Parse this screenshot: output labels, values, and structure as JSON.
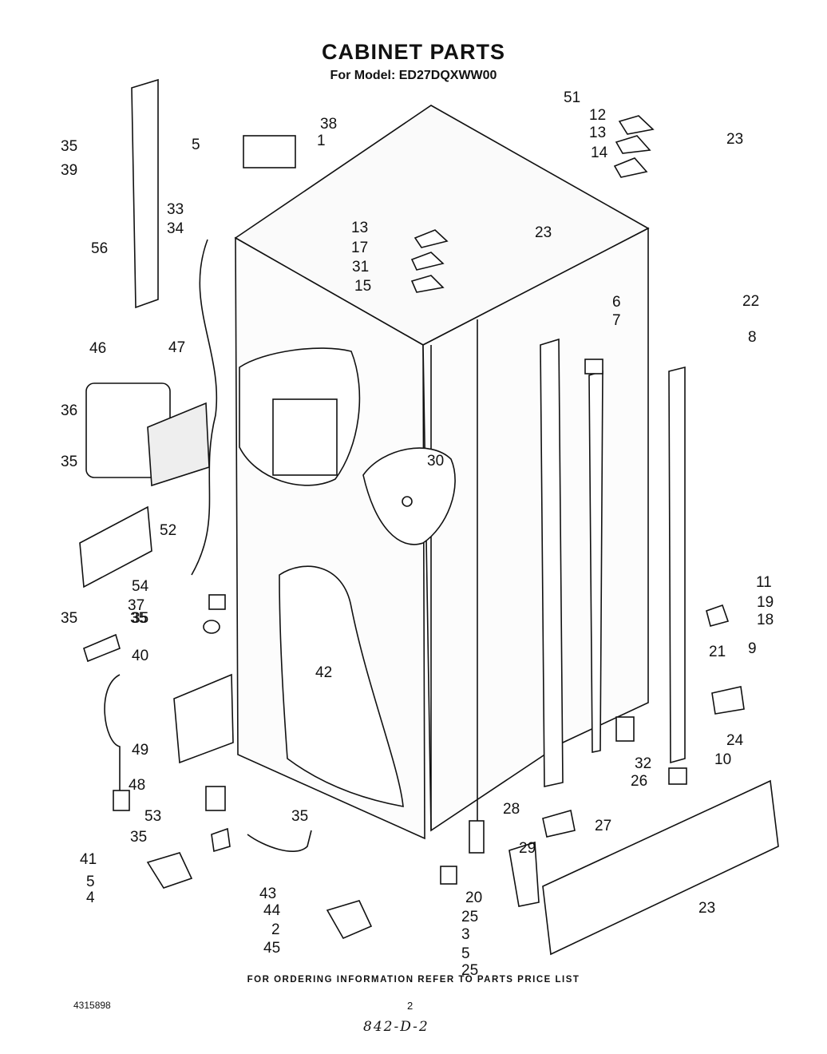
{
  "header": {
    "title": "CABINET PARTS",
    "subtitle": "For Model: ED27DQXWW00"
  },
  "footer": {
    "note": "FOR ORDERING INFORMATION REFER TO PARTS PRICE LIST",
    "doc_number": "4315898",
    "page_number": "2",
    "handwritten": "842-D-2"
  },
  "callouts": [
    "1",
    "2",
    "3",
    "4",
    "5",
    "5",
    "5",
    "6",
    "7",
    "8",
    "9",
    "10",
    "11",
    "12",
    "13",
    "13",
    "14",
    "15",
    "17",
    "18",
    "19",
    "20",
    "21",
    "22",
    "23",
    "23",
    "23",
    "24",
    "25",
    "25",
    "26",
    "27",
    "28",
    "29",
    "30",
    "31",
    "32",
    "33",
    "34",
    "35",
    "35",
    "35",
    "35",
    "35",
    "35",
    "35",
    "36",
    "37",
    "38",
    "39",
    "40",
    "41",
    "42",
    "43",
    "44",
    "45",
    "46",
    "47",
    "48",
    "49",
    "51",
    "52",
    "53",
    "54",
    "56"
  ]
}
